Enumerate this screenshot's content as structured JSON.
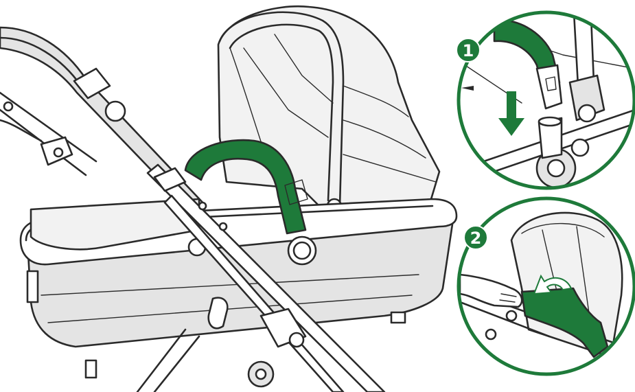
{
  "colors": {
    "accent": "#1e7a3a",
    "line": "#2a2a2a",
    "fabric": "#e4e4e4",
    "background": "#ffffff"
  },
  "icons": {
    "main_view": "stroller-carrycot-illustration",
    "bumper_bar": "bumper-bar",
    "arrow_down": "arrow-down-icon",
    "arrow_curved": "curved-arrow-icon"
  },
  "steps": [
    {
      "number": "1",
      "action": "insert-bumper-bar-into-connector"
    },
    {
      "number": "2",
      "action": "fold-fabric-over-bar"
    }
  ]
}
